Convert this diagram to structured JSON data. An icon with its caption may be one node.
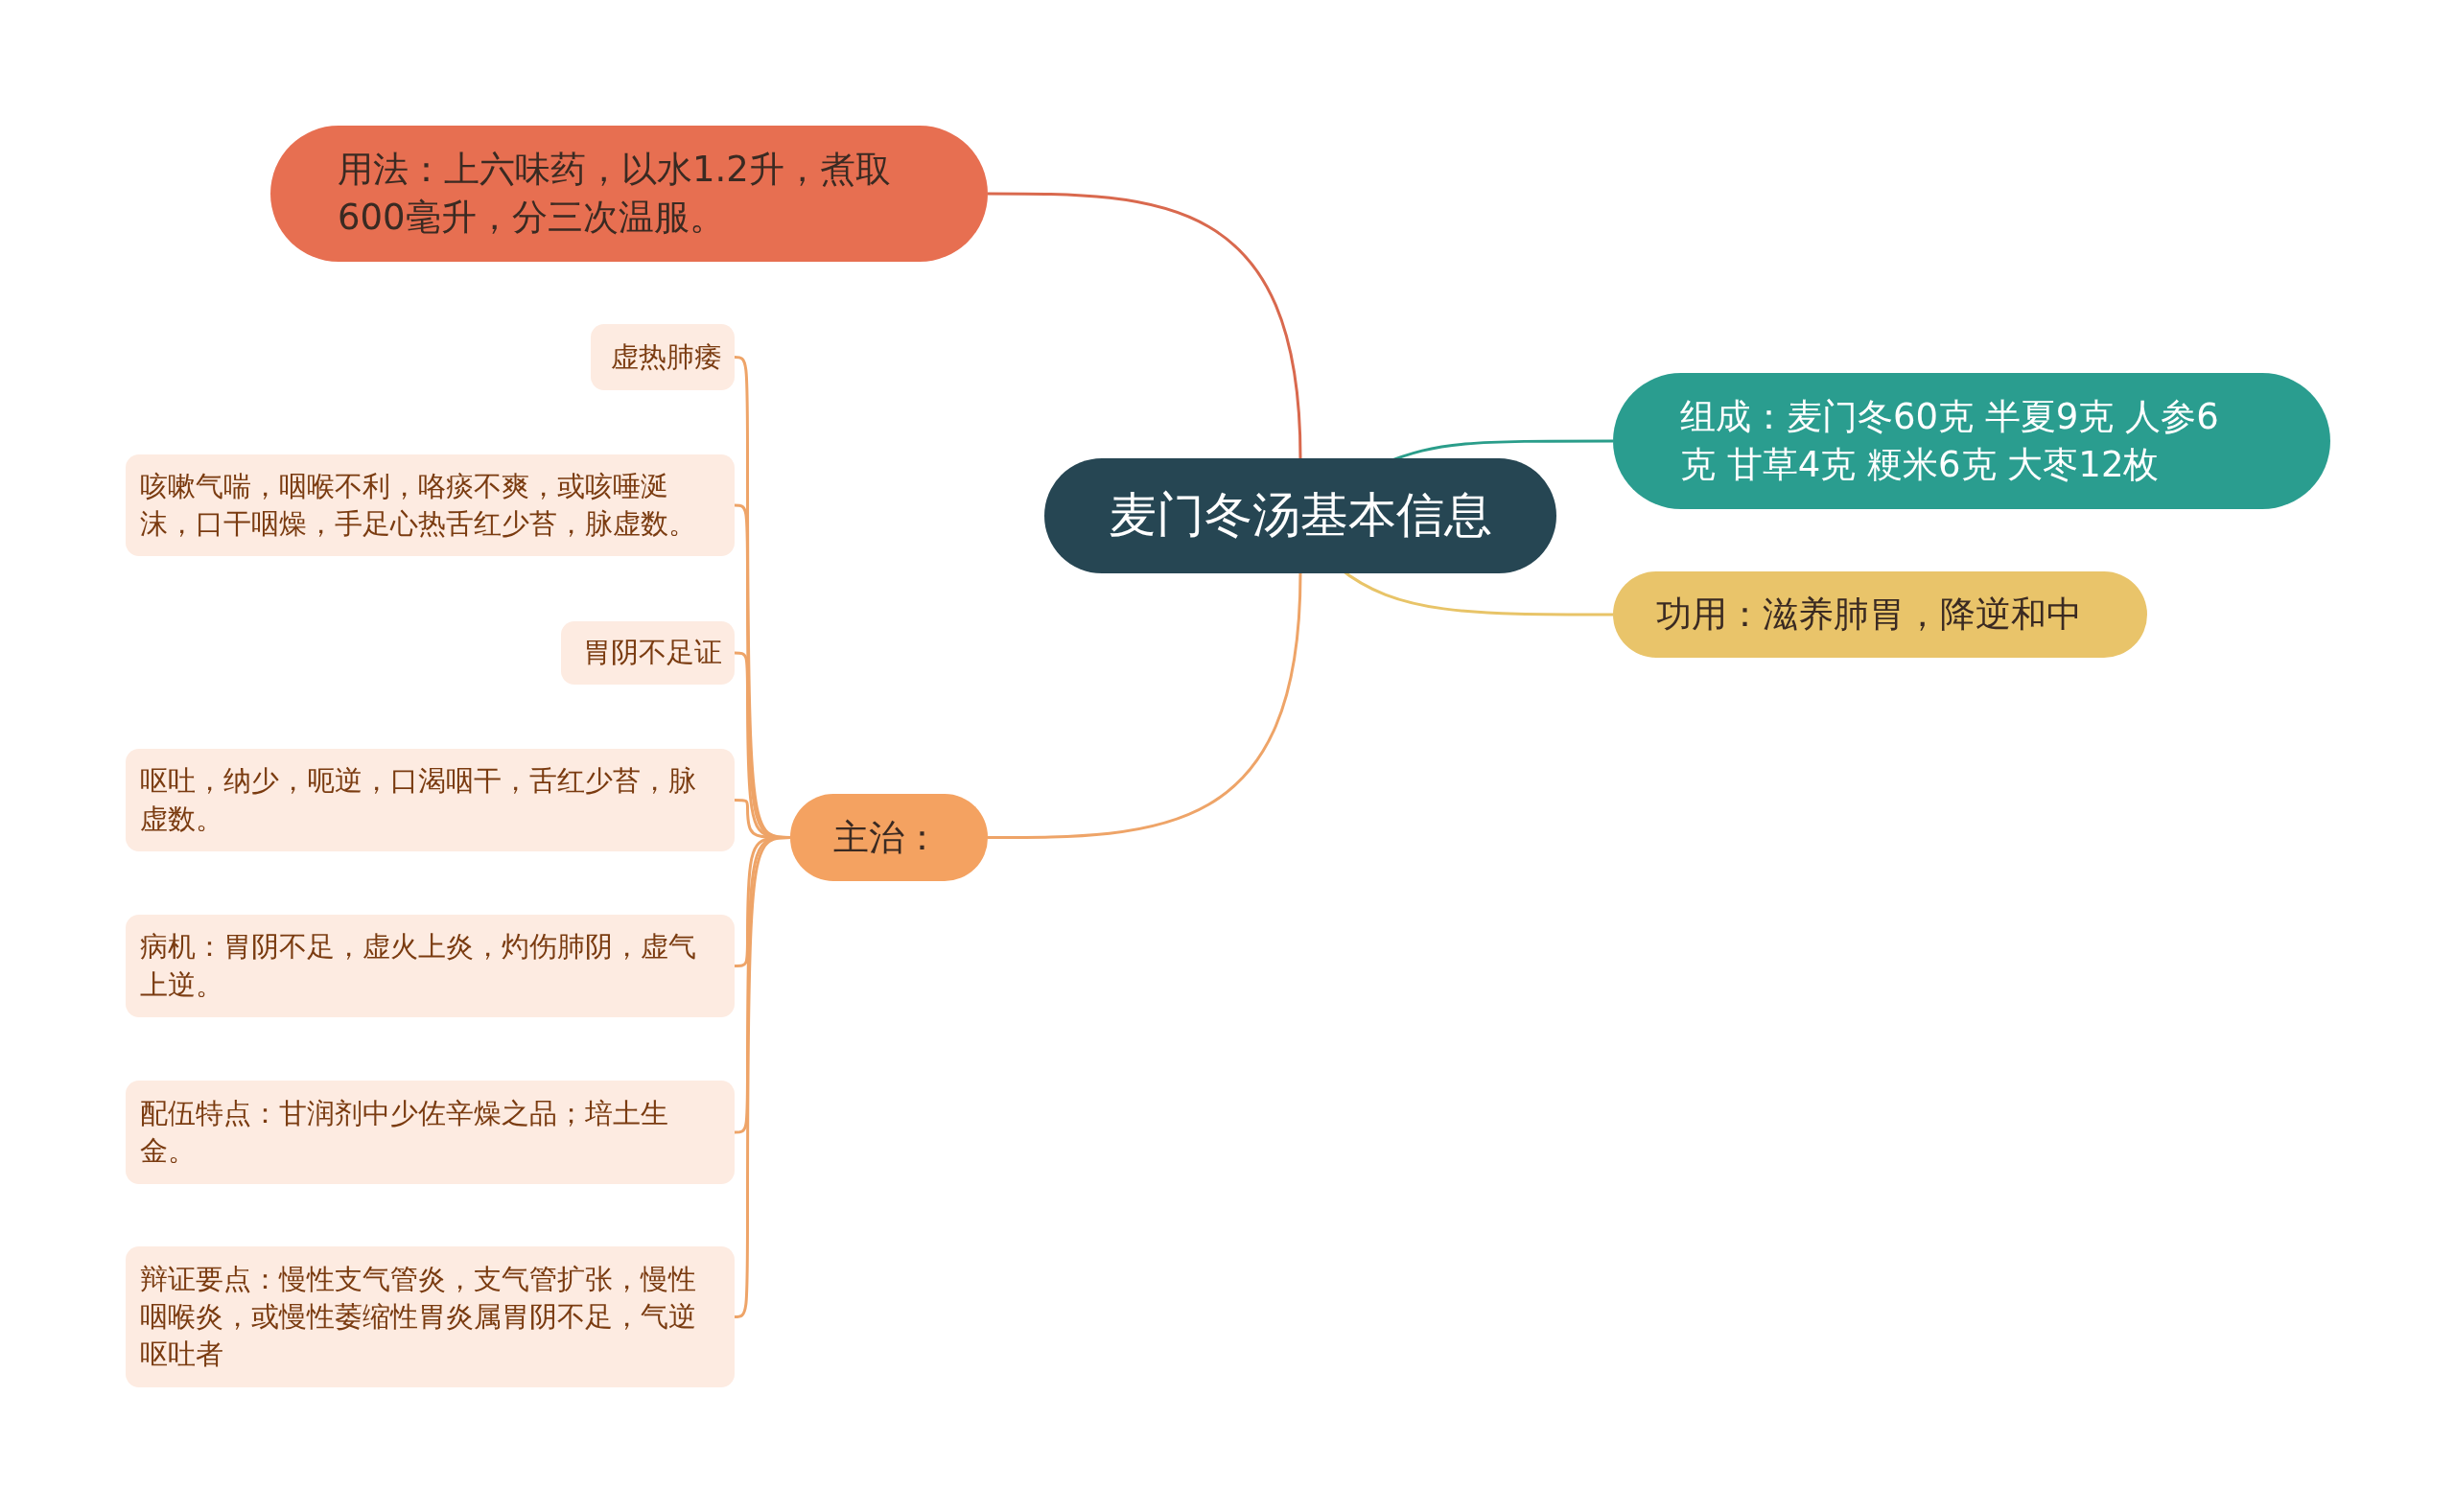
{
  "diagram": {
    "nodes": [
      {
        "text": [
          "麦门冬汤基本信息"
        ]
      },
      {
        "text": [
          "用法：上六味药，以水1.2升，煮取600毫升，分三次温服。"
        ]
      },
      {
        "text": [
          "组成：麦门冬60克 半夏9克 人参6克 甘草4克 粳米6克 大枣12枚"
        ]
      },
      {
        "text": [
          "功用：滋养肺胃，降逆和中"
        ]
      },
      {
        "text": [
          "主治："
        ]
      },
      {
        "text": [
          "虚热肺痿"
        ]
      },
      {
        "text": [
          "咳嗽气喘，咽喉不利，咯痰不爽，或咳唾涎沫，口干咽燥，手足心热舌红少苔，脉虚数。"
        ]
      },
      {
        "text": [
          "胃阴不足证"
        ]
      },
      {
        "text": [
          "呕吐，纳少，呃逆，口渴咽干，舌红少苔，脉虚数。"
        ]
      },
      {
        "text": [
          "病机：胃阴不足，虚火上炎，灼伤肺阴，虚气上逆。"
        ]
      },
      {
        "text": [
          "配伍特点：甘润剂中少佐辛燥之品；培土生金。"
        ]
      },
      {
        "text": [
          "辩证要点：慢性支气管炎，支气管扩张，慢性咽喉炎，或慢性萎缩性胃炎属胃阴不足，气逆呕吐者"
        ]
      }
    ],
    "edges": [
      {
        "from": 0,
        "to": 1,
        "arrow": "none",
        "color": "#d9694e"
      },
      {
        "from": 0,
        "to": 2,
        "arrow": "none",
        "color": "#2a9d8a"
      },
      {
        "from": 0,
        "to": 3,
        "arrow": "none",
        "color": "#e8c468"
      },
      {
        "from": 0,
        "to": 4,
        "arrow": "none"
      },
      {
        "from": 4,
        "to": 5,
        "arrow": "none"
      },
      {
        "from": 4,
        "to": 6,
        "arrow": "none"
      },
      {
        "from": 4,
        "to": 7,
        "arrow": "none"
      },
      {
        "from": 4,
        "to": 8,
        "arrow": "none"
      },
      {
        "from": 4,
        "to": 9,
        "arrow": "none"
      },
      {
        "from": 4,
        "to": 10,
        "arrow": "none"
      },
      {
        "from": 4,
        "to": 11,
        "arrow": "none"
      }
    ]
  }
}
